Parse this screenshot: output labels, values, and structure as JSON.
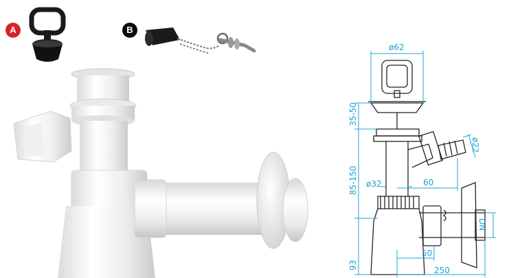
{
  "badges": {
    "a": {
      "label": "A",
      "color": "#d4242a"
    },
    "b": {
      "label": "B",
      "color": "#0a0a0a"
    }
  },
  "dimensions": {
    "top_width": "ø62",
    "height_upper": "35-50",
    "height_middle": "85-150",
    "pipe_diameter": "ø32",
    "branch_offset": "60",
    "hose_diameter": "ø22",
    "outlet_label": "DN",
    "bottom_height": "93",
    "outlet_offset": "50",
    "total_length": "250"
  },
  "colors": {
    "dimension_line": "#1ea3d6",
    "drawing_line": "#222222",
    "plastic": "#f2f3f2"
  }
}
